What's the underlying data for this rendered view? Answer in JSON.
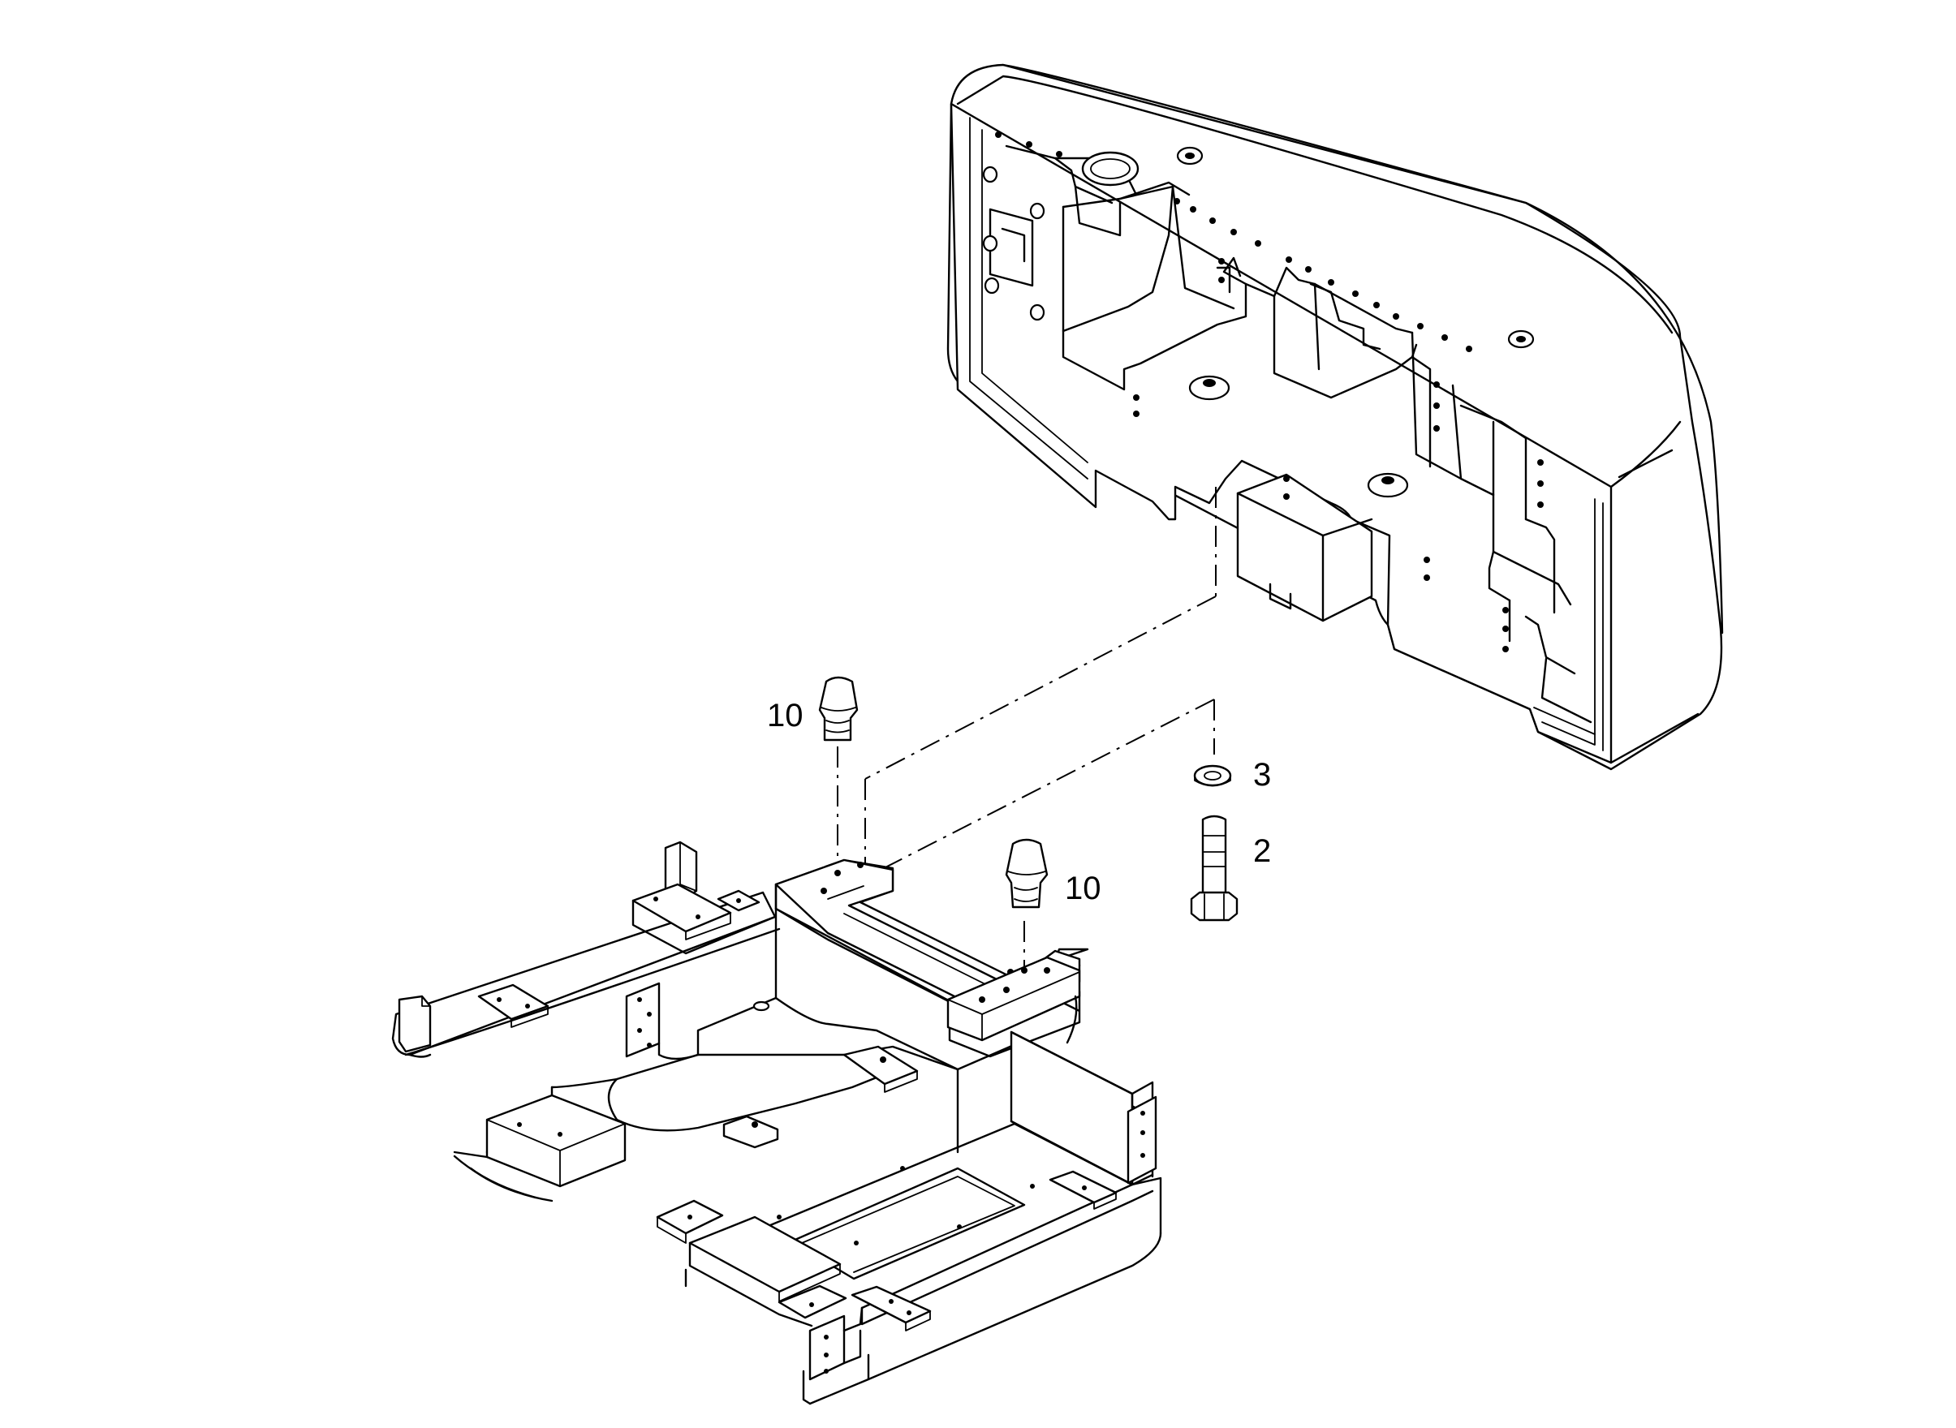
{
  "callouts": {
    "pin_left": "10",
    "pin_right": "10",
    "washer": "3",
    "bolt": "2"
  }
}
